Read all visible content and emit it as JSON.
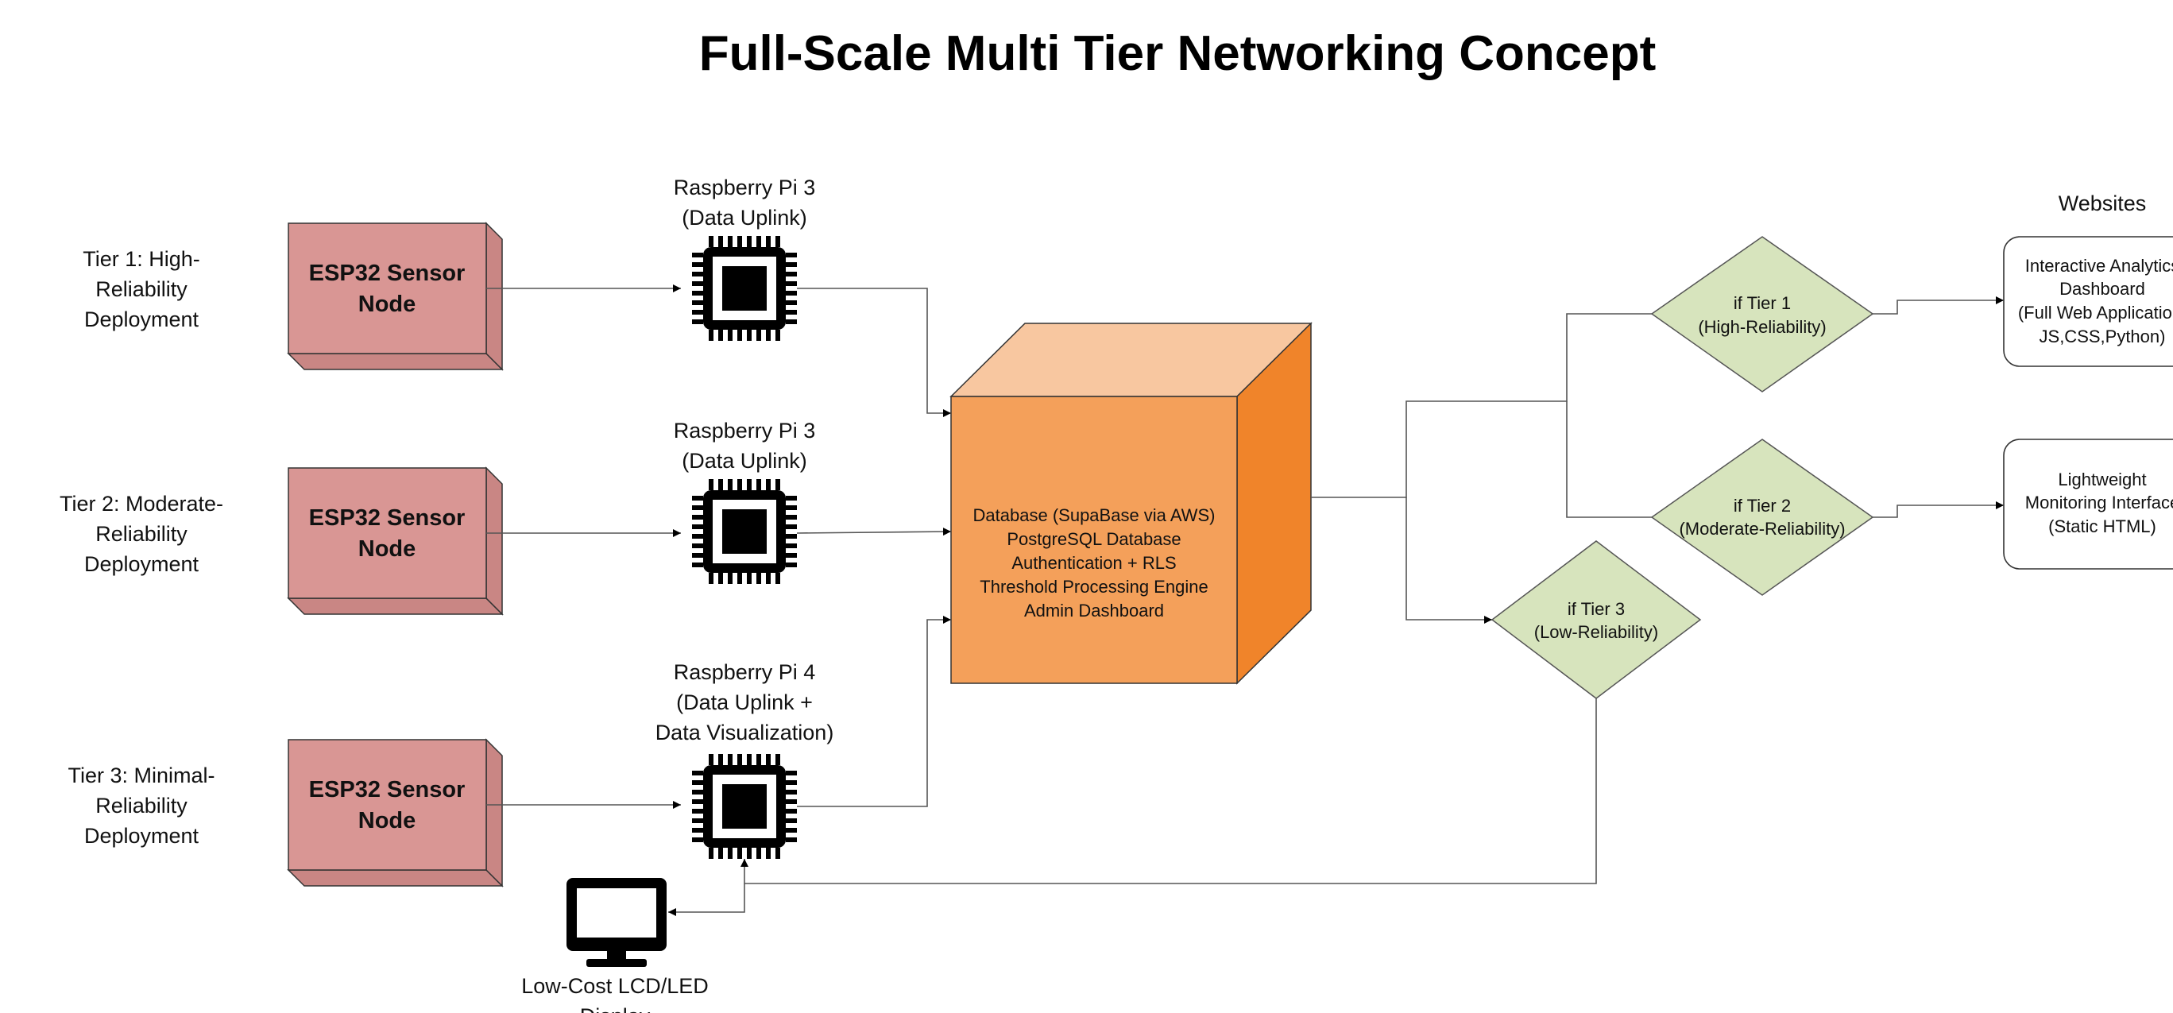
{
  "title": "Full-Scale Multi Tier Networking Concept",
  "tiers": [
    {
      "lines": [
        "Tier 1: High-",
        "Reliability",
        "Deployment"
      ]
    },
    {
      "lines": [
        "Tier 2: Moderate-",
        "Reliability",
        "Deployment"
      ]
    },
    {
      "lines": [
        "Tier 3: Minimal-",
        "Reliability",
        "Deployment"
      ]
    }
  ],
  "sensor_nodes": [
    {
      "lines": [
        "ESP32 Sensor",
        "Node"
      ]
    },
    {
      "lines": [
        "ESP32 Sensor",
        "Node"
      ]
    },
    {
      "lines": [
        "ESP32 Sensor",
        "Node"
      ]
    }
  ],
  "uplinks": [
    {
      "lines": [
        "Raspberry Pi 3",
        "(Data Uplink)"
      ]
    },
    {
      "lines": [
        "Raspberry Pi 3",
        "(Data Uplink)"
      ]
    },
    {
      "lines": [
        "Raspberry Pi 4",
        "(Data Uplink +",
        "Data Visualization)"
      ]
    }
  ],
  "database": {
    "lines": [
      "Database (SupaBase via AWS)",
      "PostgreSQL Database",
      "Authentication + RLS",
      "Threshold Processing Engine",
      "Admin Dashboard"
    ]
  },
  "decisions": [
    {
      "lines": [
        "if Tier 1",
        "(High-Reliability)"
      ]
    },
    {
      "lines": [
        "if Tier 2",
        "(Moderate-Reliability)"
      ]
    },
    {
      "lines": [
        "if Tier 3",
        "(Low-Reliability)"
      ]
    }
  ],
  "websites": {
    "header": "Websites",
    "items": [
      {
        "lines": [
          "Interactive Analytics",
          "Dashboard",
          "(Full Web Application:",
          "JS,CSS,Python)"
        ]
      },
      {
        "lines": [
          "Lightweight",
          "Monitoring Interface",
          "(Static HTML)"
        ]
      }
    ]
  },
  "display": {
    "lines": [
      "Low-Cost LCD/LED",
      "Display"
    ]
  },
  "colors": {
    "node_fill": "#d99694",
    "node_side": "#c98684",
    "cube_front": "#f4a05a",
    "cube_top": "#f8c7a0",
    "cube_side": "#f0842a",
    "diamond_fill": "#d7e4bd",
    "diamond_stroke": "#555555"
  }
}
